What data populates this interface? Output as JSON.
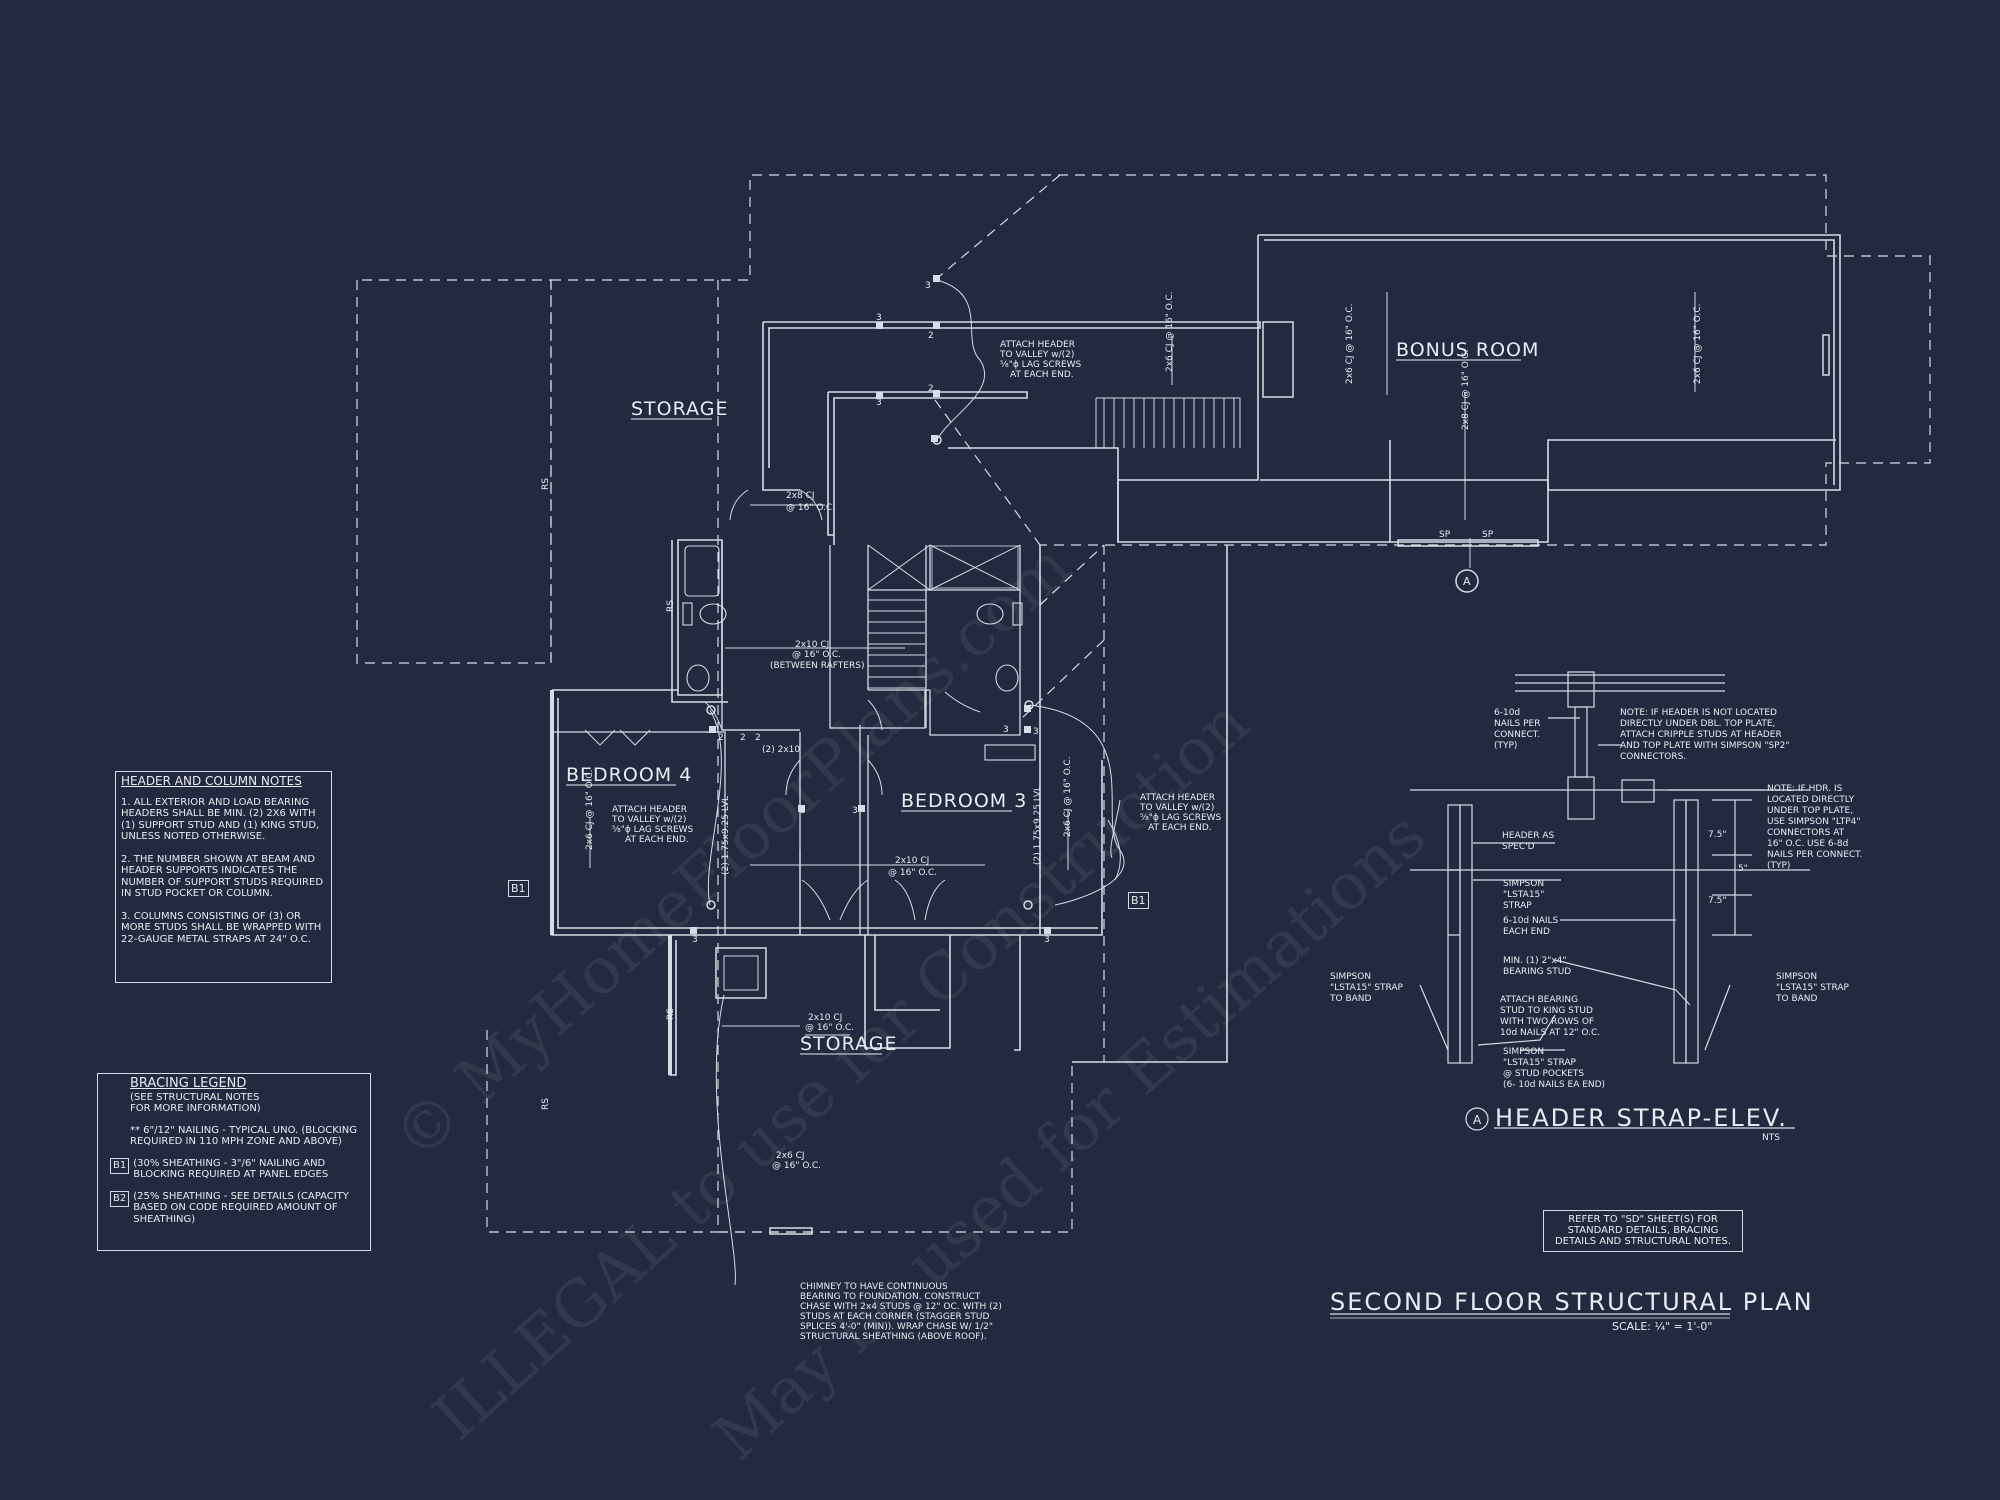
{
  "rooms": {
    "storage_top": "STORAGE",
    "bonus_room": "BONUS ROOM",
    "bedroom4": "BEDROOM 4",
    "bedroom3": "BEDROOM 3",
    "storage_bottom": "STORAGE"
  },
  "annotations": {
    "attach_header_top": [
      "ATTACH HEADER",
      "TO VALLEY w/(2)",
      "⅝\"ϕ LAG SCREWS",
      "AT EACH END."
    ],
    "attach_header_bed4": [
      "ATTACH HEADER",
      "TO VALLEY w/(2)",
      "⅝\"ϕ LAG SCREWS",
      "AT EACH END."
    ],
    "attach_header_bed3": [
      "ATTACH HEADER",
      "TO VALLEY w/(2)",
      "⅝\"ϕ LAG SCREWS",
      "AT EACH END."
    ],
    "cj_2x8": [
      "2x8 CJ",
      "@ 16\" O.C."
    ],
    "cj_2x10_between": [
      "2x10 CJ",
      "@ 16\" O.C.",
      "(BETWEEN RAFTERS)"
    ],
    "cj_2x10_bed3": [
      "2x10 CJ",
      "@ 16\" O.C."
    ],
    "cj_2x10_storage": [
      "2x10 CJ",
      "@ 16\" O.C."
    ],
    "cj_2x6_storage": [
      "2x6 CJ",
      "@ 16\" O.C."
    ],
    "cj_2x6_bonus_left": "2x6 CJ @ 16\" O.C.",
    "cj_2x6_bonus_right": "2x6 CJ @ 16\" O.C.",
    "cj_2x8_bonus": "2x8 CJ @ 16\" O.C.",
    "cj_2x6_upper": "2x6 CJ @ 16\" O.C.",
    "cj_2x6_bed4": "2x6 CJ @ 16\" O.C.",
    "cj_2x6_bed3": "2x6 CJ @ 16\" O.C.",
    "lvl_left": "(2) 1.75x9.25 LVL",
    "lvl_right": "(2) 1.75x9.25 LVL",
    "header_2x10": "(2) 2x10",
    "rs": "RS",
    "sp": "SP",
    "chimney": [
      "CHIMNEY TO HAVE CONTINUOUS",
      "BEARING TO FOUNDATION. CONSTRUCT",
      "CHASE WITH 2x4 STUDS @ 12\" OC. WITH (2)",
      "STUDS AT EACH CORNER (STAGGER STUD",
      "SPLICES 4'-0\" (MIN)). WRAP CHASE W/ 1/2\"",
      "STRUCTURAL SHEATHING (ABOVE ROOF)."
    ],
    "marker_a": "A",
    "stud_counts": [
      "3",
      "2",
      "2",
      "3",
      "3",
      "2",
      "2",
      "2",
      "3",
      "3",
      "3",
      "3",
      "3",
      "3"
    ]
  },
  "header_notes": {
    "title": "HEADER AND COLUMN NOTES",
    "items": [
      "1. ALL EXTERIOR AND LOAD BEARING HEADERS SHALL BE MIN. (2) 2x6 WITH (1) SUPPORT STUD AND (1) KING STUD, UNLESS NOTED OTHERWISE.",
      "2. THE NUMBER SHOWN AT BEAM AND HEADER SUPPORTS INDICATES THE NUMBER OF SUPPORT STUDS REQUIRED IN STUD POCKET OR COLUMN.",
      "3. COLUMNS CONSISTING OF (3) OR MORE STUDS SHALL BE WRAPPED WITH 22-GAUGE METAL STRAPS AT 24\" O.C."
    ]
  },
  "bracing_legend": {
    "title": "BRACING LEGEND",
    "subtitle": "(SEE STRUCTURAL NOTES FOR MORE INFORMATION)",
    "default": "** 6\"/12\" NAILING - TYPICAL UNO. (BLOCKING REQUIRED IN 110 MPH ZONE AND ABOVE)",
    "b1_tag": "B1",
    "b1_text": "(30% SHEATHING - 3\"/6\" NAILING AND BLOCKING REQUIRED AT PANEL EDGES",
    "b2_tag": "B2",
    "b2_text": "(25% SHEATHING - SEE DETAILS (CAPACITY BASED ON CODE REQUIRED AMOUNT OF SHEATHING)"
  },
  "detail": {
    "nails_top": [
      "6-10d",
      "NAILS PER",
      "CONNECT.",
      "(TYP)"
    ],
    "note_top": [
      "NOTE: IF HEADER IS NOT LOCATED",
      "DIRECTLY UNDER DBL. TOP PLATE,",
      "ATTACH CRIPPLE STUDS AT HEADER",
      "AND TOP PLATE WITH SIMPSON \"SP2\"",
      "CONNECTORS."
    ],
    "note_right": [
      "NOTE: IF HDR. IS",
      "LOCATED DIRECTLY",
      "UNDER TOP PLATE,",
      "USE SIMPSON \"LTP4\"",
      "CONNECTORS AT",
      "16\" O.C. USE 6-8d",
      "NAILS PER CONNECT.",
      "(TYP)"
    ],
    "header_as": [
      "HEADER AS",
      "SPEC'D"
    ],
    "simpson_strap": [
      "SIMPSON",
      "\"LSTA15\"",
      "STRAP"
    ],
    "nails_each": [
      "6-10d NAILS",
      "EACH END"
    ],
    "bearing_stud": [
      "MIN. (1) 2\"x4\"",
      "BEARING STUD"
    ],
    "attach_bearing": [
      "ATTACH BEARING",
      "STUD TO KING STUD",
      "WITH TWO ROWS OF",
      "10d NAILS AT 12\" O.C."
    ],
    "simpson_pockets": [
      "SIMPSON",
      "\"LSTA15\" STRAP",
      "@ STUD POCKETS",
      "(6- 10d NAILS EA END)"
    ],
    "simpson_left": [
      "SIMPSON",
      "\"LSTA15\" STRAP",
      "TO BAND"
    ],
    "simpson_right": [
      "SIMPSON",
      "\"LSTA15\" STRAP",
      "TO BAND"
    ],
    "dim1": "7.5\"",
    "dim2": "5\"",
    "dim3": "7.5\"",
    "title_marker": "A",
    "title": "HEADER STRAP-ELEV.",
    "nts": "NTS"
  },
  "refer_note": "REFER TO \"SD\" SHEET(S) FOR STANDARD DETAILS, BRACING DETAILS AND STRUCTURAL NOTES.",
  "sheet_title": "SECOND FLOOR STRUCTURAL PLAN",
  "scale": "SCALE: ¼\" = 1'-0\"",
  "watermarks": [
    "© MyHomeFloorPlans.com",
    "ILLEGAL to use for Construction",
    "May be used for Estimations"
  ],
  "colors": {
    "background": "#232a3f",
    "linework": "#d7dbe6"
  }
}
